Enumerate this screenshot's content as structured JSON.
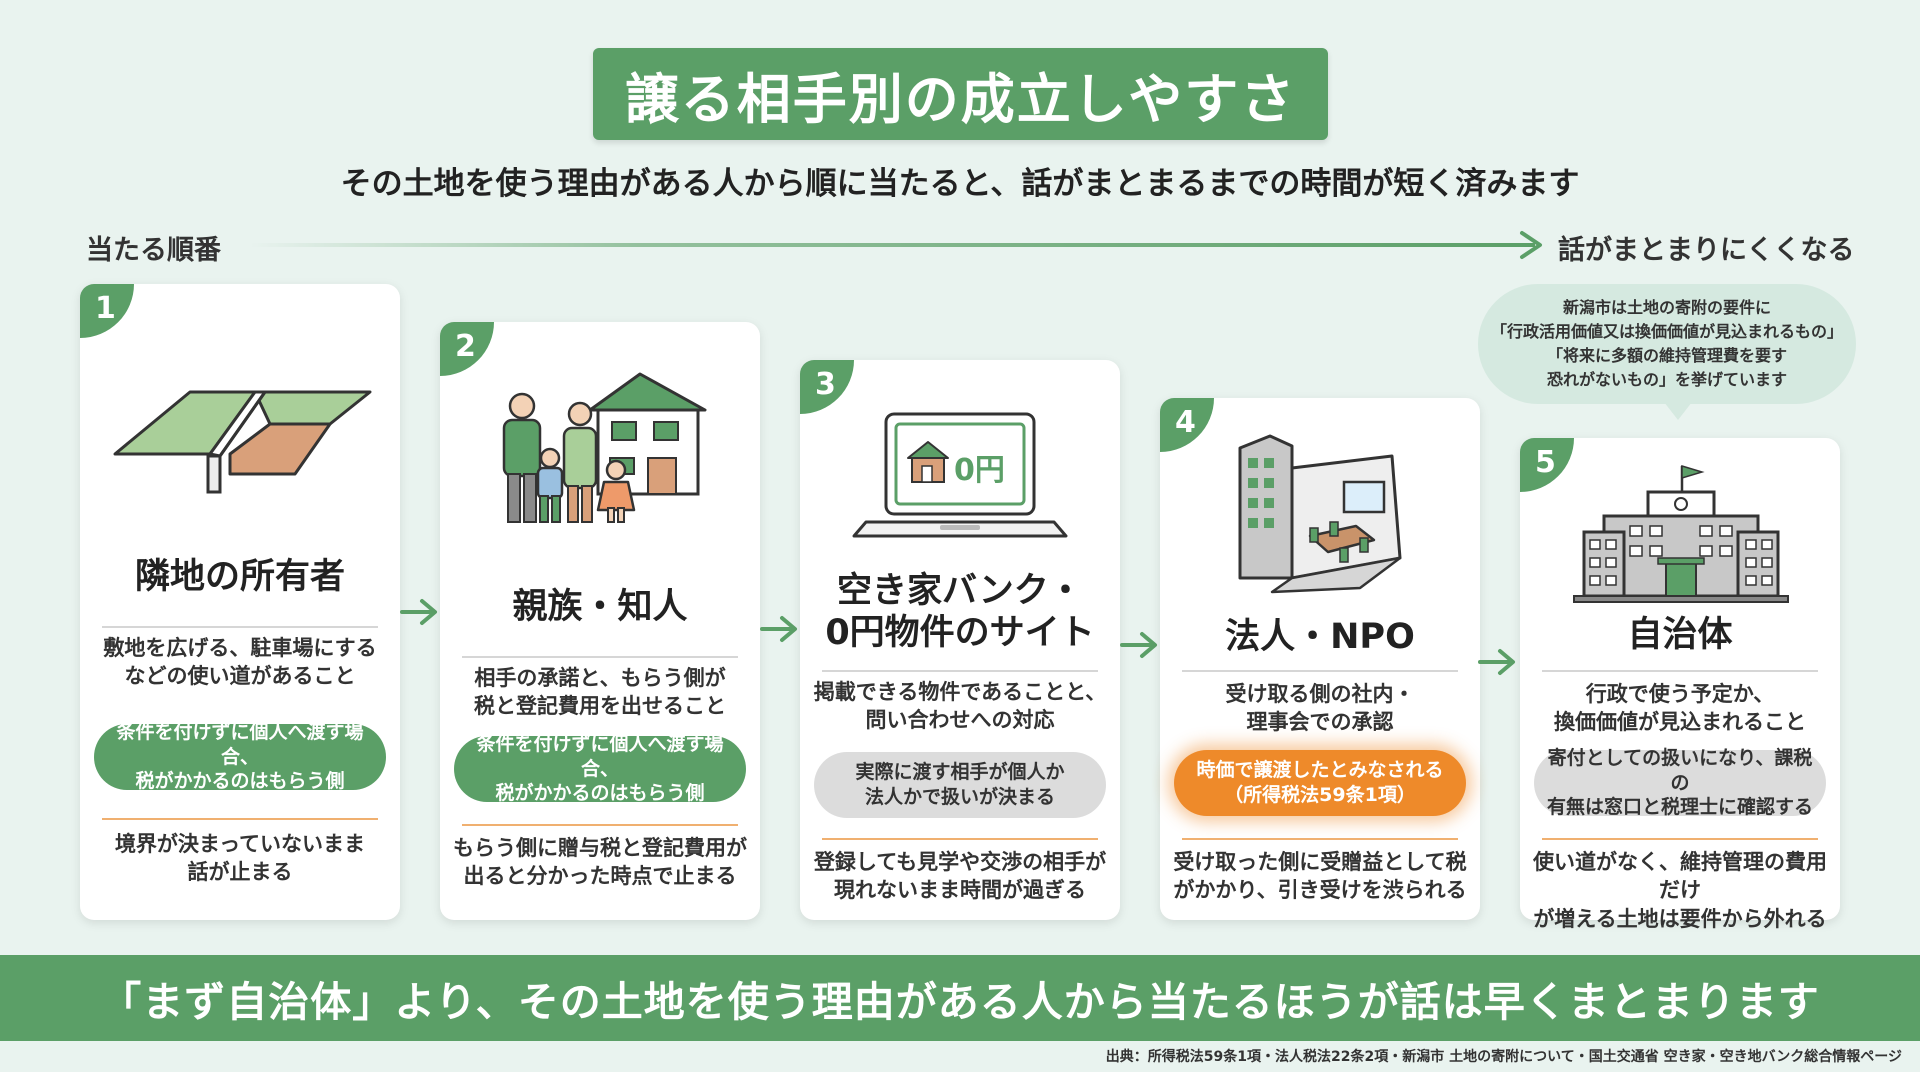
{
  "title": "譲る相手別の成立しやすさ",
  "subtitle": "その土地を使う理由がある人から順に当たると、話がまとまるまでの時間が短く済みます",
  "order_label": "当たる順番",
  "end_label": "話がまとまりにくくなる",
  "colors": {
    "green": "#5b9f67",
    "orange": "#ee8a2a",
    "gray": "#dcdcdc",
    "background": "#e9f3ef"
  },
  "cards": [
    {
      "number": "1",
      "illustration": "adjacent-land-icon",
      "title_lines": [
        "隣地の所有者"
      ],
      "desc_lines": [
        "敷地を広げる、駐車場にする",
        "などの使い道があること"
      ],
      "pill_lines": [
        "条件を付けずに個人へ渡す場合、",
        "税がかかるのはもらう側"
      ],
      "pill_style": "green",
      "bottom_lines": [
        "境界が決まっていないまま",
        "話が止まる"
      ]
    },
    {
      "number": "2",
      "illustration": "family-house-icon",
      "title_lines": [
        "親族・知人"
      ],
      "desc_lines": [
        "相手の承諾と、もらう側が",
        "税と登記費用を出せること"
      ],
      "pill_lines": [
        "条件を付けずに個人へ渡す場合、",
        "税がかかるのはもらう側"
      ],
      "pill_style": "green",
      "bottom_lines": [
        "もらう側に贈与税と登記費用が",
        "出ると分かった時点で止まる"
      ]
    },
    {
      "number": "3",
      "illustration": "laptop-zero-yen-icon",
      "screen_text": "0円",
      "title_lines": [
        "空き家バンク・",
        "0円物件のサイト"
      ],
      "desc_lines": [
        "掲載できる物件であることと、",
        "問い合わせへの対応"
      ],
      "pill_lines": [
        "実際に渡す相手が個人か",
        "法人かで扱いが決まる"
      ],
      "pill_style": "gray",
      "bottom_lines": [
        "登録しても見学や交渉の相手が",
        "現れないまま時間が過ぎる"
      ]
    },
    {
      "number": "4",
      "illustration": "office-building-icon",
      "title_lines": [
        "法人・NPO"
      ],
      "desc_lines": [
        "受け取る側の社内・",
        "理事会での承認"
      ],
      "pill_lines": [
        "時価で譲渡したとみなされる",
        "（所得税法59条1項）"
      ],
      "pill_style": "orange",
      "bottom_lines": [
        "受け取った側に受贈益として税",
        "がかかり、引き受けを渋られる"
      ]
    },
    {
      "number": "5",
      "illustration": "city-hall-icon",
      "title_lines": [
        "自治体"
      ],
      "desc_lines": [
        "行政で使う予定か、",
        "換価価値が見込まれること"
      ],
      "pill_lines": [
        "寄付としての扱いになり、課税の",
        "有無は窓口と税理士に確認する"
      ],
      "pill_style": "gray",
      "bottom_lines": [
        "使い道がなく、維持管理の費用だけ",
        "が増える土地は要件から外れる"
      ]
    }
  ],
  "bubble_lines": [
    "新潟市は土地の寄附の要件に",
    "「行政活用価値又は換価価値が見込まれるもの」",
    "「将来に多額の維持管理費を要す",
    "恐れがないもの」を挙げています"
  ],
  "banner": "「まず自治体」より、その土地を使う理由がある人から当たるほうが話は早くまとまります",
  "source": "出典：所得税法59条1項・法人税法22条2項・新潟市 土地の寄附について・国土交通省 空き家・空き地バンク総合情報ページ"
}
